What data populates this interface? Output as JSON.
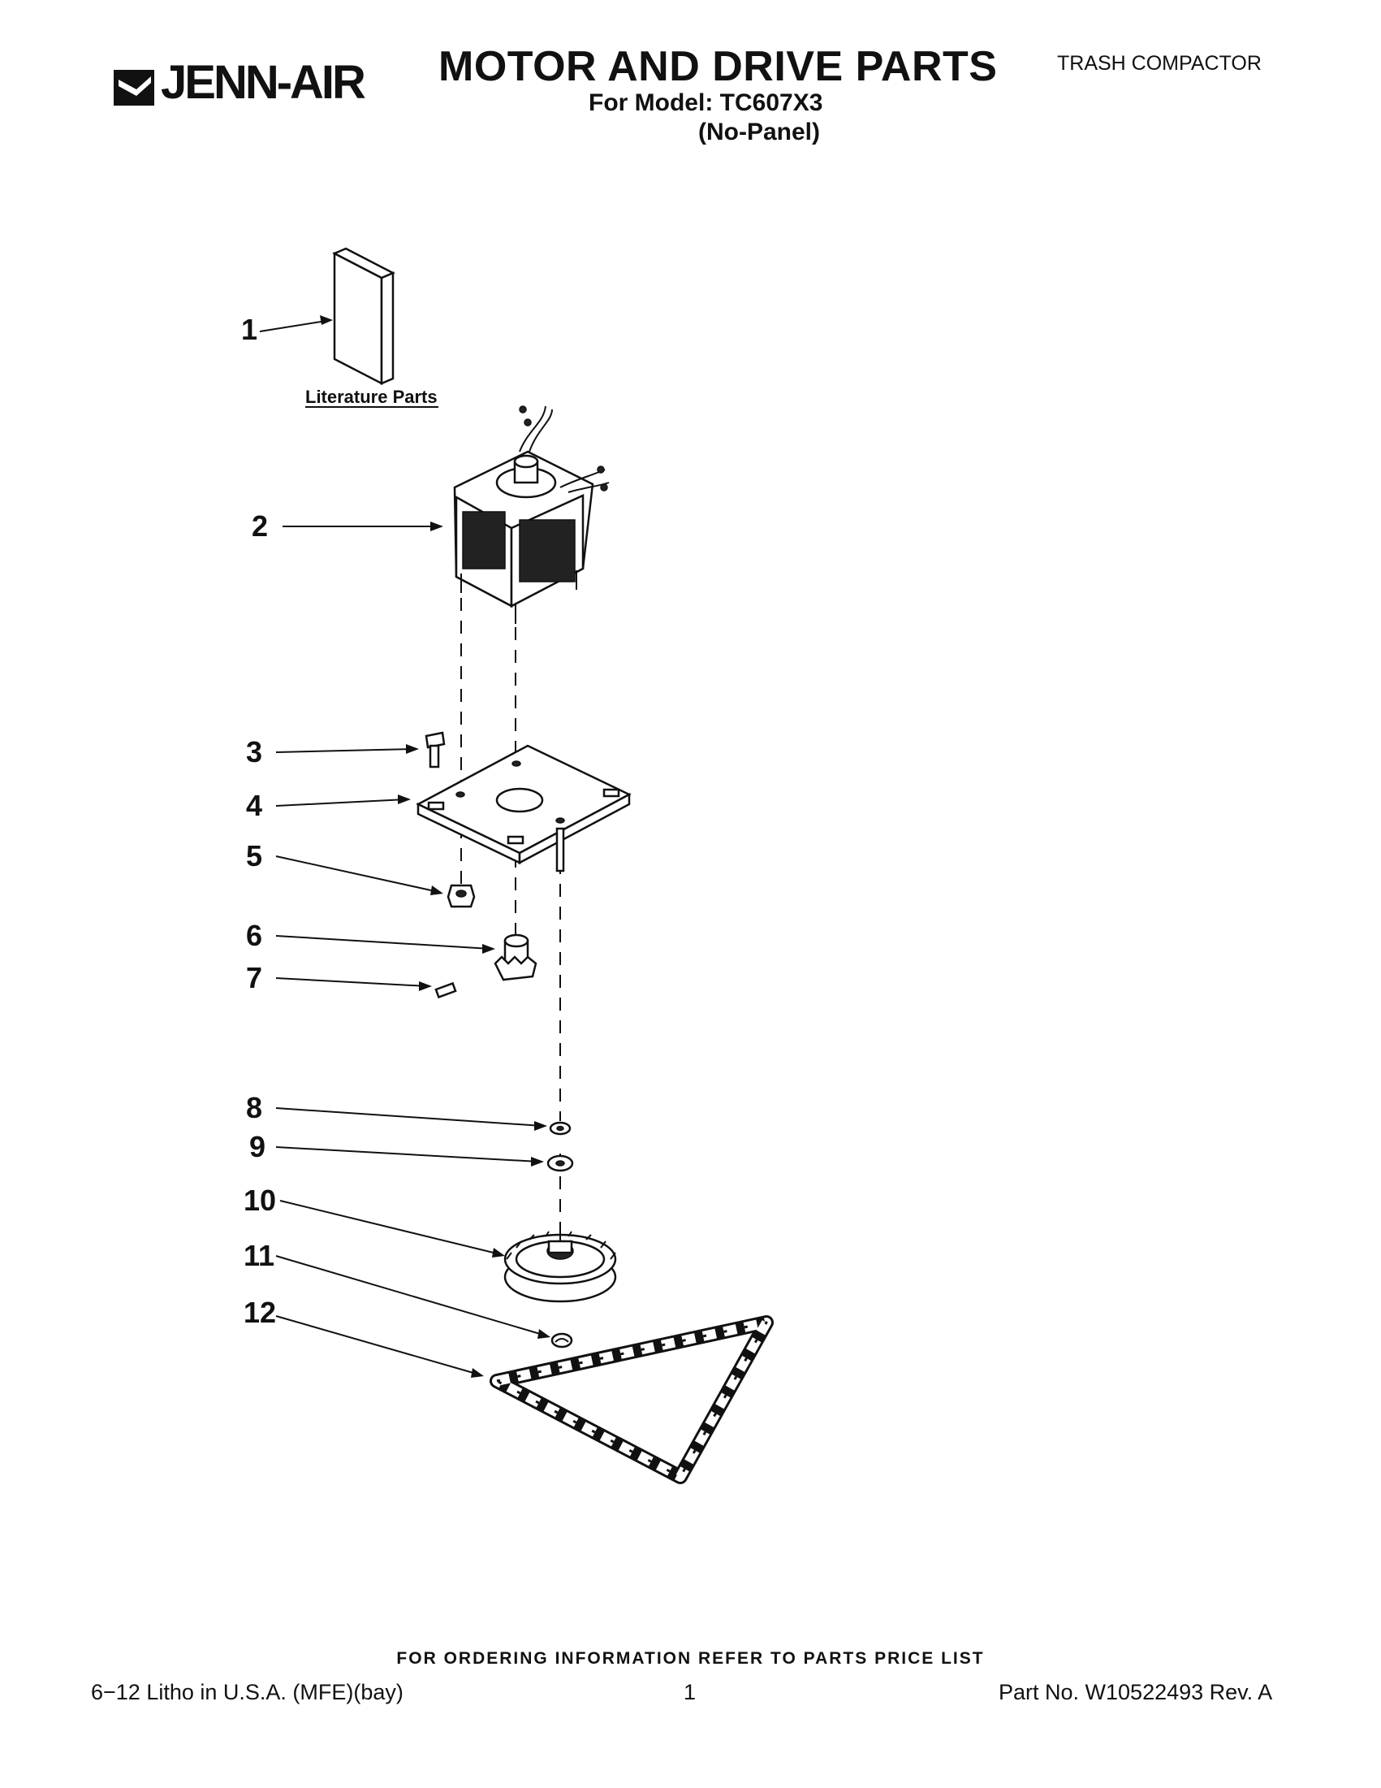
{
  "header": {
    "brand": "JENN-AIR",
    "title": "MOTOR AND DRIVE PARTS",
    "model_line": "For Model: TC607X3",
    "variant": "(No-Panel)",
    "category": "TRASH COMPACTOR"
  },
  "diagram": {
    "literature_label": "Literature Parts",
    "callouts": [
      "1",
      "2",
      "3",
      "4",
      "5",
      "6",
      "7",
      "8",
      "9",
      "10",
      "11",
      "12"
    ]
  },
  "footer": {
    "order_note": "FOR ORDERING INFORMATION REFER TO PARTS PRICE LIST",
    "litho": "6−12 Litho in U.S.A. (MFE)(bay)",
    "page": "1",
    "part_no": "Part No. W10522493 Rev. A"
  }
}
